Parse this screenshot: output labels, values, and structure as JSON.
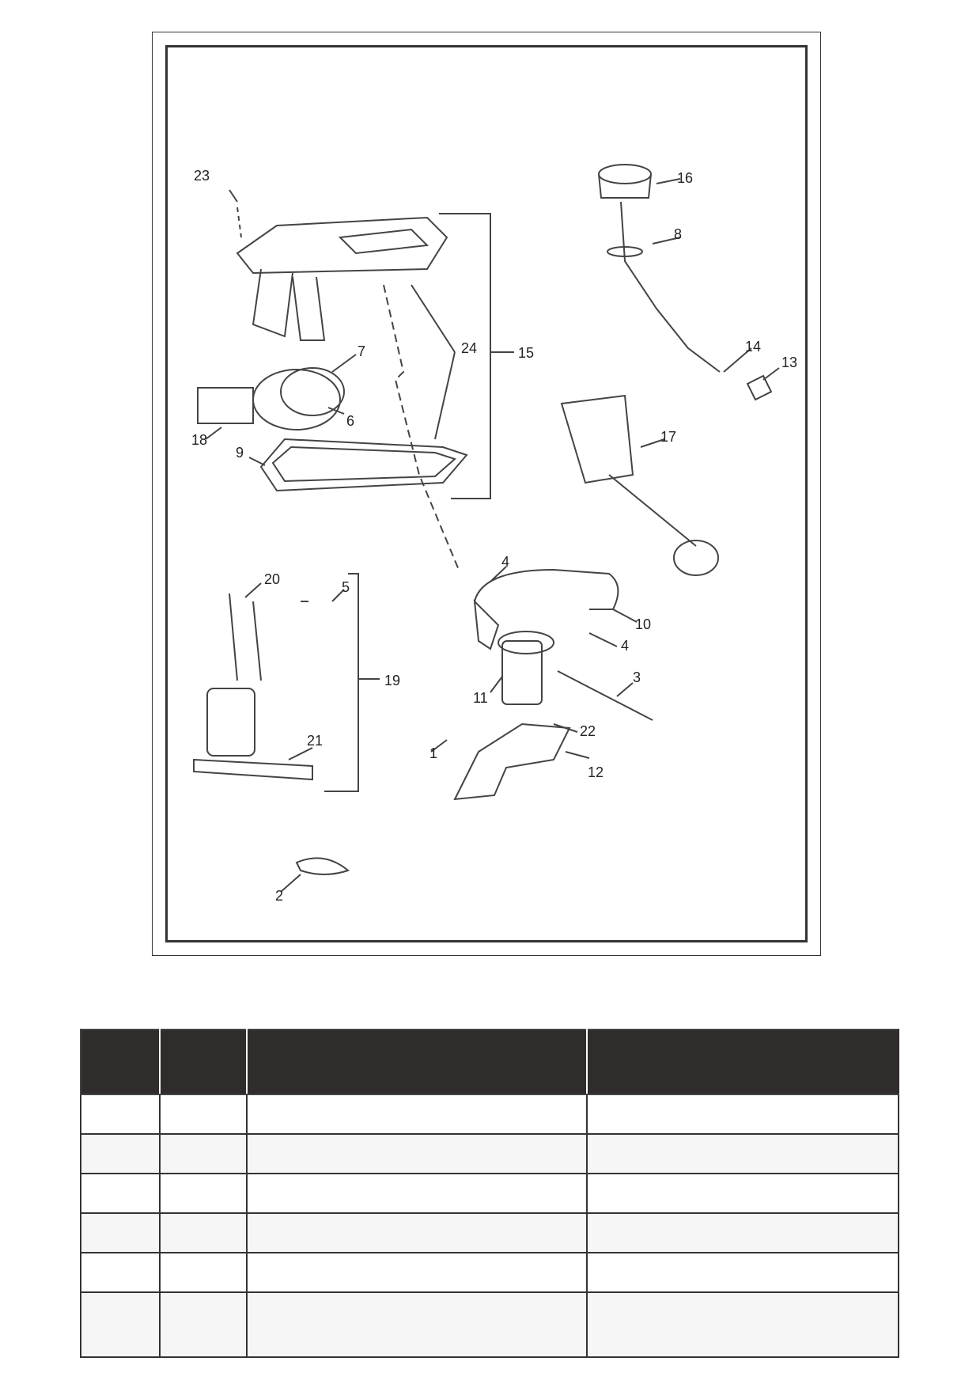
{
  "diagram": {
    "callouts": [
      "1",
      "2",
      "3",
      "4",
      "4",
      "5",
      "6",
      "7",
      "8",
      "9",
      "10",
      "11",
      "12",
      "13",
      "14",
      "15",
      "16",
      "17",
      "18",
      "19",
      "20",
      "21",
      "22",
      "23",
      "24"
    ]
  },
  "table": {
    "headers": [
      "",
      "",
      "",
      ""
    ],
    "rows": [
      [
        "",
        "",
        "",
        ""
      ],
      [
        "",
        "",
        "",
        ""
      ],
      [
        "",
        "",
        "",
        ""
      ],
      [
        "",
        "",
        "",
        ""
      ],
      [
        "",
        "",
        "",
        ""
      ],
      [
        "",
        "",
        "",
        ""
      ]
    ]
  }
}
